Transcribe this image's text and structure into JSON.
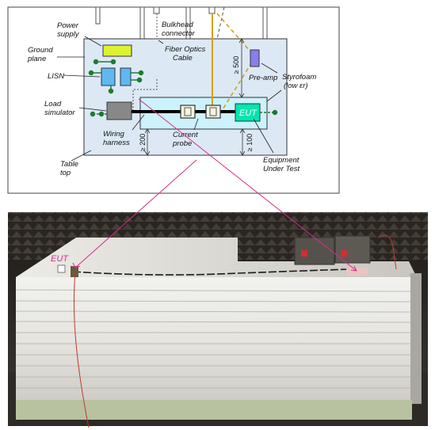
{
  "diagram": {
    "labels": {
      "power_supply": [
        "Power",
        "supply"
      ],
      "ground_plane": [
        "Ground",
        "plane"
      ],
      "lisn": "LISN",
      "load_simulator": [
        "Load",
        "simulator"
      ],
      "wiring_harness": [
        "Wiring",
        "harness"
      ],
      "current_probe": [
        "Current",
        "probe"
      ],
      "table_top": [
        "Table",
        "top"
      ],
      "bulkhead_connector": [
        "Bulkhead",
        "connector"
      ],
      "fiber_optics_cable": [
        "Fiber Optics",
        "Cable"
      ],
      "pre_amp": "Pre-amp",
      "styrofoam": [
        "Styrofoam",
        "(low εr)"
      ],
      "eut_box": "EUT",
      "equipment_under_test": [
        "Equipment",
        "Under Test"
      ]
    },
    "dimensions": {
      "d500": "≥ 500",
      "d200": "≥ 200",
      "d100": "≥ 100"
    }
  },
  "photo": {
    "eut_label": "EUT"
  },
  "colors": {
    "ground_plane": "#dce9f5",
    "styrofoam": "#ccf2fb",
    "power_supply": "#ddf233",
    "lisn": "#5fb8f0",
    "load_simulator": "#888888",
    "eut_box": "#00e6b0",
    "pre_amp": "#8a7df0",
    "fiber": "#d4a017",
    "connector_green": "#1e7a32",
    "pointer_magenta": "#d62d8a"
  }
}
